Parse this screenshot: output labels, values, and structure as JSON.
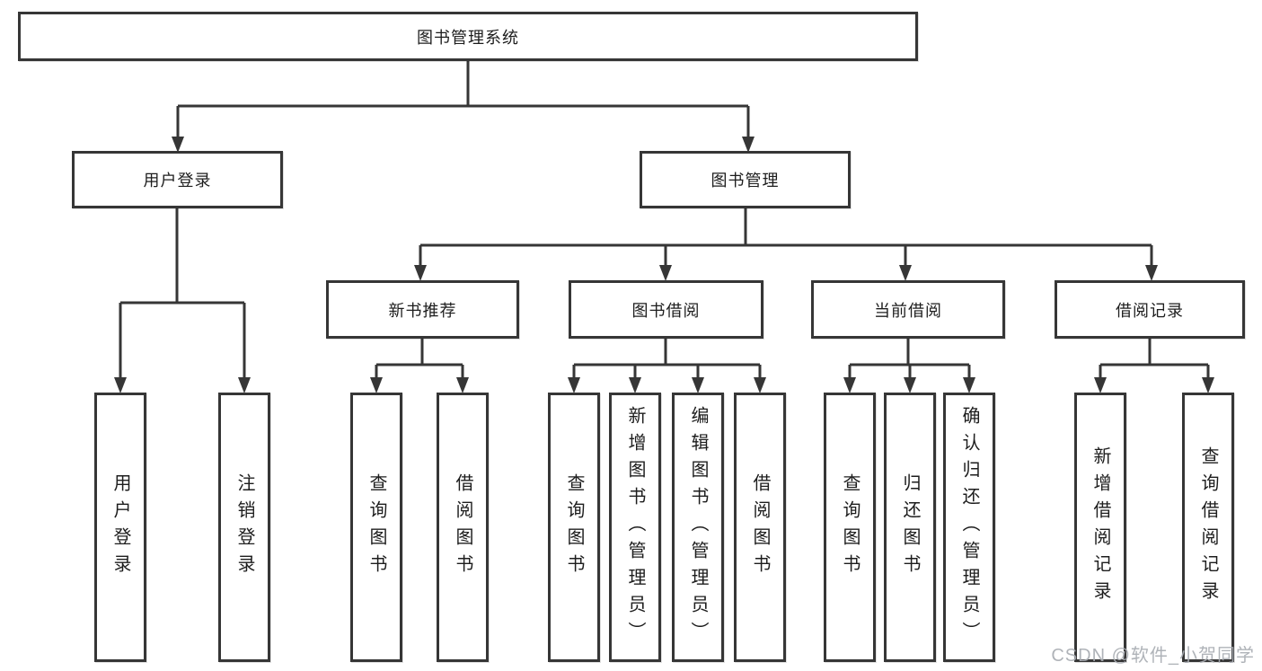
{
  "diagram": {
    "type": "hierarchy-tree",
    "direction": "top-down",
    "colors": {
      "background": "#ffffff",
      "line": "#363636",
      "box_border": "#363636",
      "box_fill": "#ffffff",
      "text": "#1d1d1d",
      "watermark": "#a9adb3"
    }
  },
  "tree": {
    "root": {
      "label": "图书管理系统"
    },
    "children": [
      {
        "label": "用户登录",
        "children": [
          {
            "label": "用户登录"
          },
          {
            "label": "注销登录"
          }
        ]
      },
      {
        "label": "图书管理",
        "children": [
          {
            "label": "新书推荐",
            "children": [
              {
                "label": "查询图书"
              },
              {
                "label": "借阅图书"
              }
            ]
          },
          {
            "label": "图书借阅",
            "children": [
              {
                "label": "查询图书"
              },
              {
                "label": "新增图书（管理员）"
              },
              {
                "label": "编辑图书（管理员）"
              },
              {
                "label": "借阅图书"
              }
            ]
          },
          {
            "label": "当前借阅",
            "children": [
              {
                "label": "查询图书"
              },
              {
                "label": "归还图书"
              },
              {
                "label": "确认归还（管理员）"
              }
            ]
          },
          {
            "label": "借阅记录",
            "children": [
              {
                "label": "新增借阅记录"
              },
              {
                "label": "查询借阅记录"
              }
            ]
          }
        ]
      }
    ]
  },
  "watermark": {
    "text": "CSDN @软件_小贺同学"
  }
}
